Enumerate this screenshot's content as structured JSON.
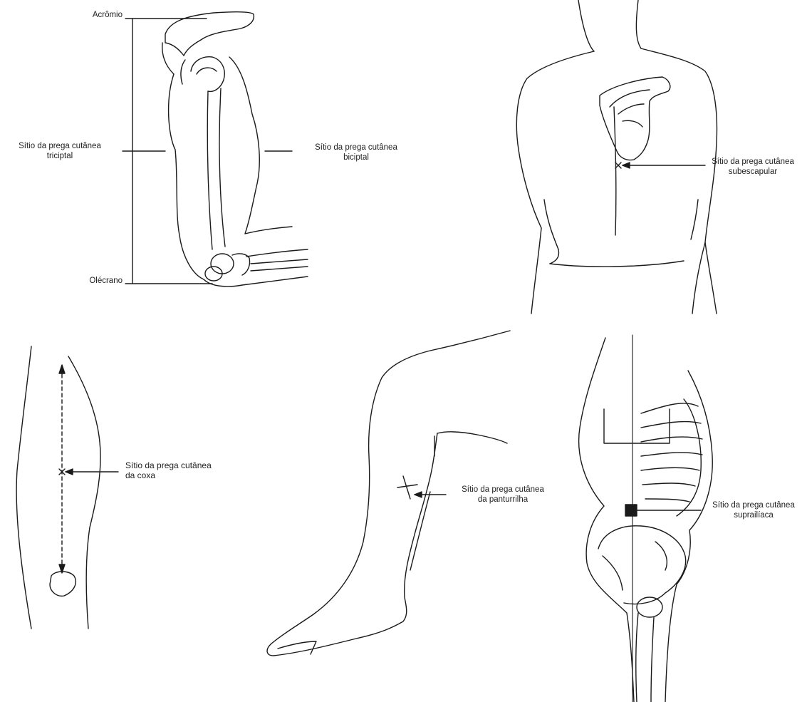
{
  "panels": {
    "arm": {
      "acromion": "Acrômio",
      "olecranon": "Olécrano",
      "triceps_site": [
        "Sítio da prega cutânea",
        "triciptal"
      ],
      "biceps_site": [
        "Sítio da prega cutânea",
        "biciptal"
      ]
    },
    "back": {
      "subscapular_site": [
        "Sítio da prega cutânea",
        "subescapular"
      ]
    },
    "thigh": {
      "thigh_site": [
        "Sítio da prega cutânea",
        "da coxa"
      ]
    },
    "leg": {
      "calf_site": [
        "Sítio da prega cutânea",
        "da panturrilha"
      ]
    },
    "hip": {
      "suprailiac_site": [
        "Sítio da prega cutânea",
        "suprailíaca"
      ]
    }
  },
  "colors": {
    "line": "#1a1a1a",
    "background": "#ffffff"
  }
}
